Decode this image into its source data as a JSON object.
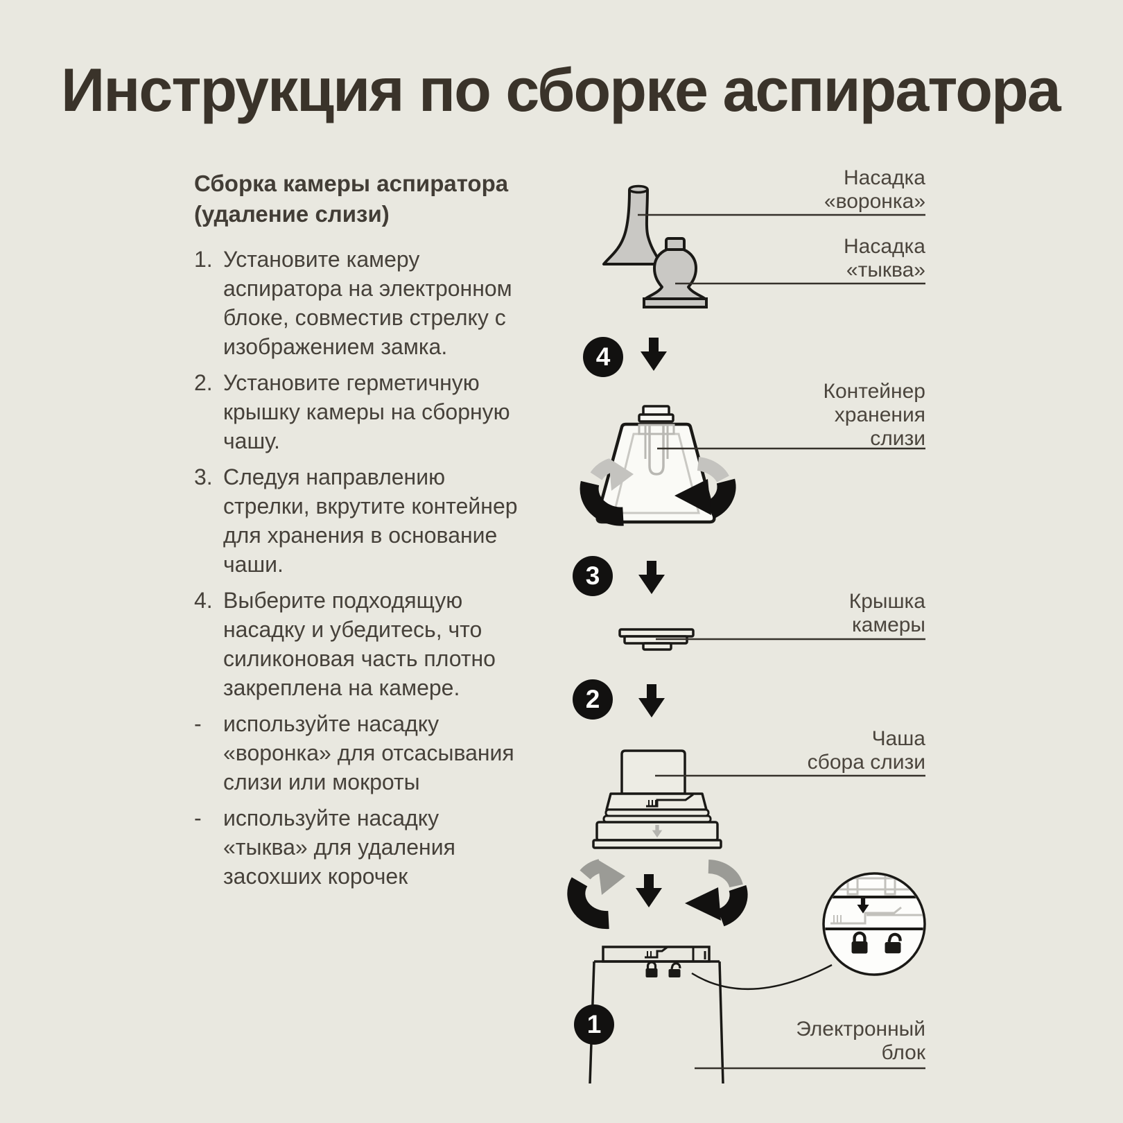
{
  "page": {
    "title": "Инструкция по сборке аспиратора",
    "colors": {
      "background": "#e9e8e0",
      "title_text": "#3a332a",
      "body_text": "#46413a",
      "ink": "#1a1916",
      "grey_fill": "#c9c8c4",
      "ribbon_grey": "#9b9b96",
      "badge_bg": "#121110"
    }
  },
  "instructions": {
    "heading": "Сборка камеры аспиратора\n(удаление слизи)",
    "steps": [
      {
        "num": "1.",
        "text": "Установите камеру аспиратора на электронном блоке, совместив стрелку с изображением замка."
      },
      {
        "num": "2.",
        "text": "Установите герметичную крышку камеры на сборную чашу."
      },
      {
        "num": "3.",
        "text": "Следуя направлению стрелки, вкрутите контейнер для хранения в основание чаши."
      },
      {
        "num": "4.",
        "text": "Выберите подходящую насадку и убедитесь, что силиконовая часть плотно закреплена на камере."
      }
    ],
    "notes": [
      {
        "num": "-",
        "text": "используйте насадку «воронка» для отсасывания слизи или мокроты"
      },
      {
        "num": "-",
        "text": "используйте насадку «тыква» для удаления засохших корочек"
      }
    ]
  },
  "diagram": {
    "badges": [
      "4",
      "3",
      "2",
      "1"
    ],
    "labels": [
      {
        "id": "funnel",
        "text": "Насадка\n«воронка»"
      },
      {
        "id": "pumpkin",
        "text": "Насадка\n«тыква»"
      },
      {
        "id": "container",
        "text": "Контейнер\nхранения\nслизи"
      },
      {
        "id": "lid",
        "text": "Крышка\nкамеры"
      },
      {
        "id": "cup",
        "text": "Чаша\nсбора слизи"
      },
      {
        "id": "unit",
        "text": "Электронный\nблок"
      }
    ],
    "icons": {
      "down_arrow": "▼",
      "rotate_arrow": "↻",
      "lock_closed": "🔒",
      "lock_open": "🔓"
    }
  }
}
